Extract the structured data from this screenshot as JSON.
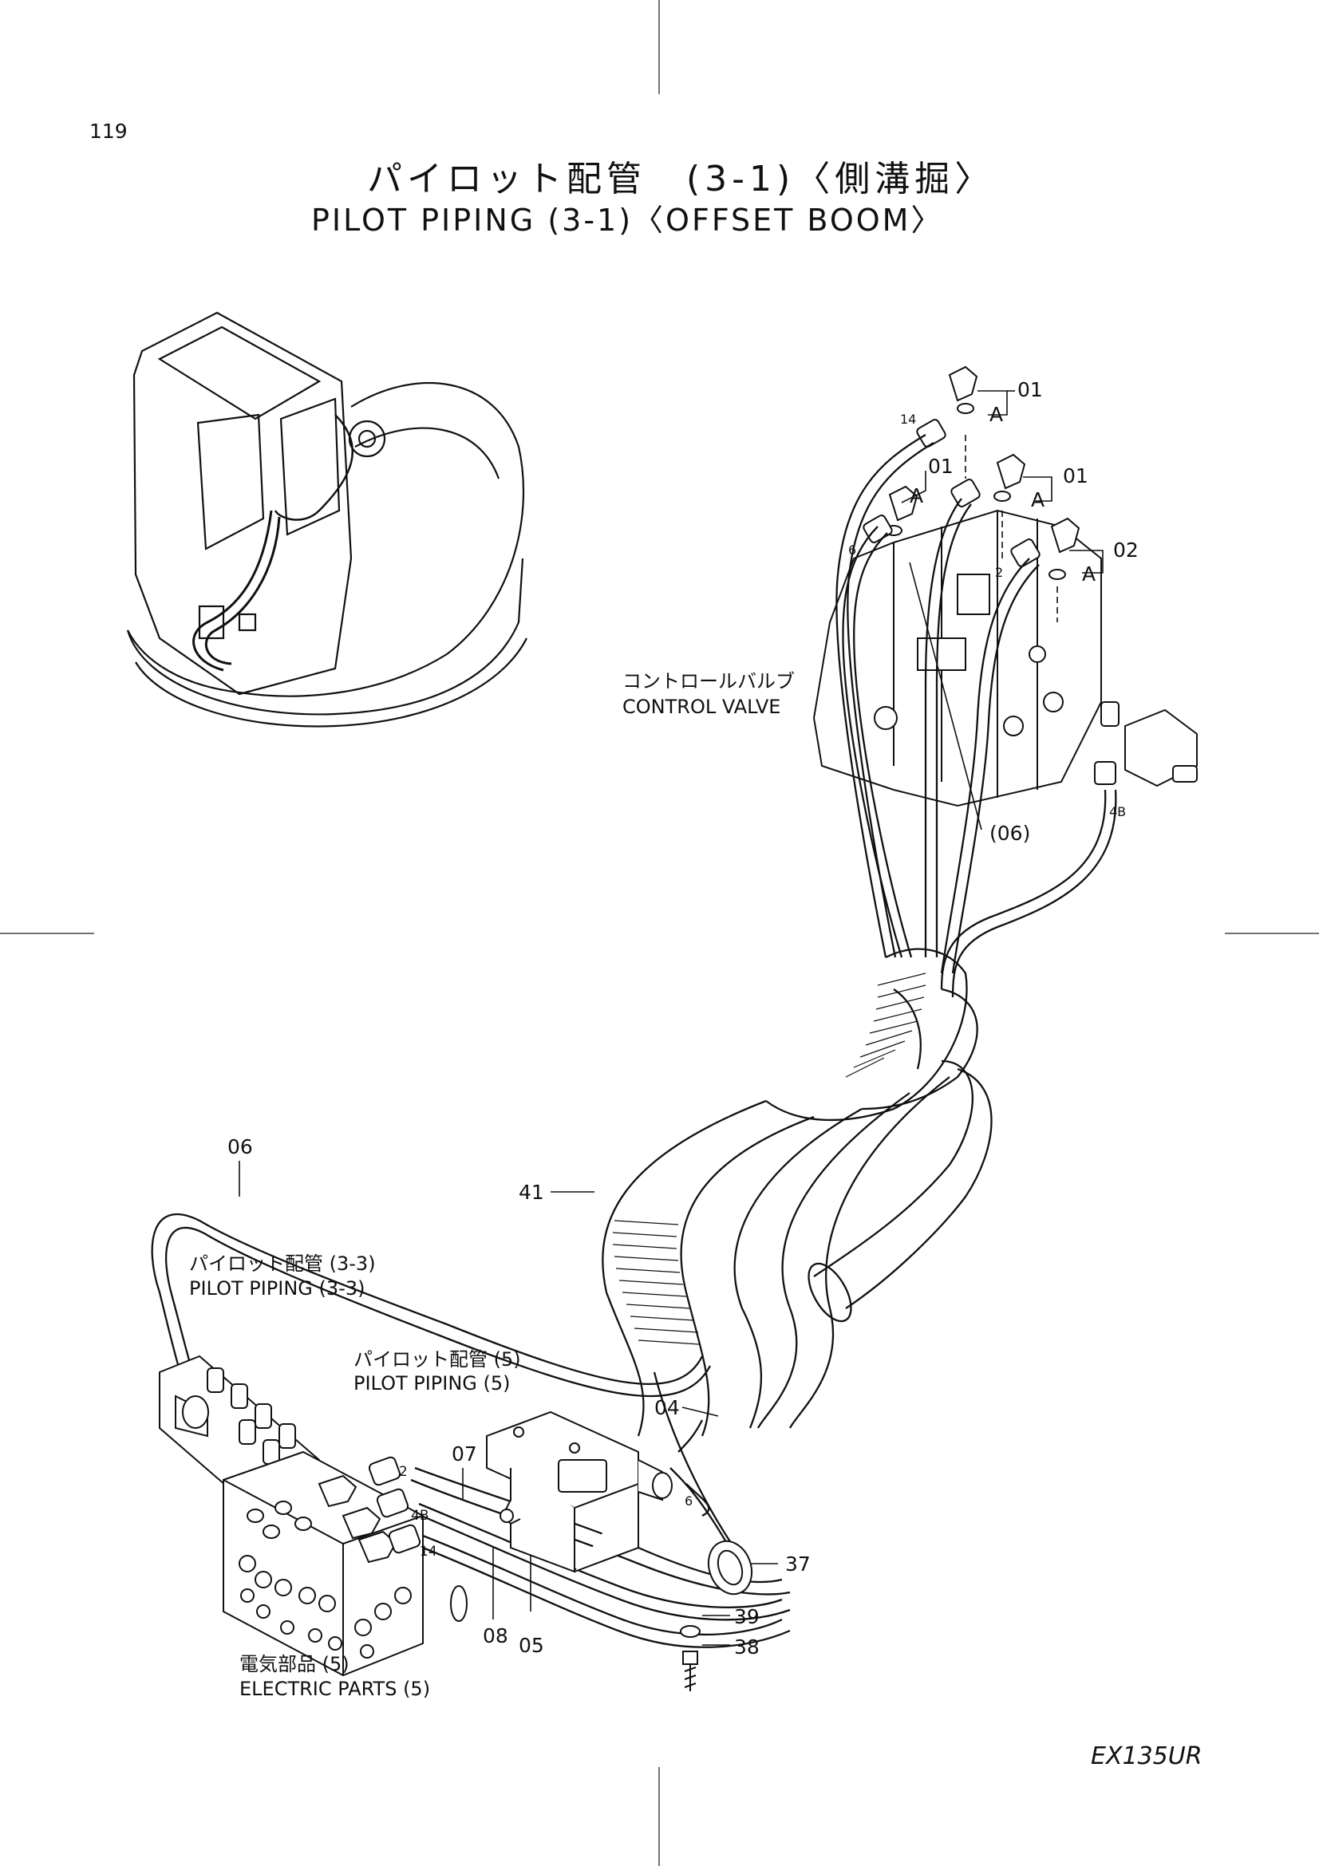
{
  "page_number": "119",
  "title_jp": "パイロット配管　(3-1)〈側溝掘〉",
  "title_en": "PILOT  PIPING  (3-1)〈OFFSET  BOOM〉",
  "model": "EX135UR",
  "references": {
    "control_valve": {
      "jp": "コントロールバルブ",
      "en": "CONTROL  VALVE"
    },
    "pilot_3_3": {
      "jp": "パイロット配管 (3-3)",
      "en": "PILOT PIPING (3-3)"
    },
    "pilot_5": {
      "jp": "パイロット配管 (5)",
      "en": "PILOT PIPING (5)"
    },
    "electric_5": {
      "jp": "電気部品 (5)",
      "en": "ELECTRIC PARTS (5)"
    }
  },
  "callouts": {
    "c01a": "01",
    "c01b": "01",
    "c01c": "01",
    "c02": "02",
    "A1": "A",
    "A2": "A",
    "A3": "A",
    "A4": "A",
    "c06p": "(06)",
    "c06": "06",
    "c41": "41",
    "c04": "04",
    "c07": "07",
    "c08": "08",
    "c05": "05",
    "c37": "37",
    "c39": "39",
    "c38": "38"
  },
  "hose_ends": {
    "h14a": "14",
    "h6a": "6",
    "h2a": "2",
    "h4Ba": "4B",
    "h2b": "2",
    "h4Bb": "4B",
    "h14b": "14",
    "h6b": "6"
  }
}
